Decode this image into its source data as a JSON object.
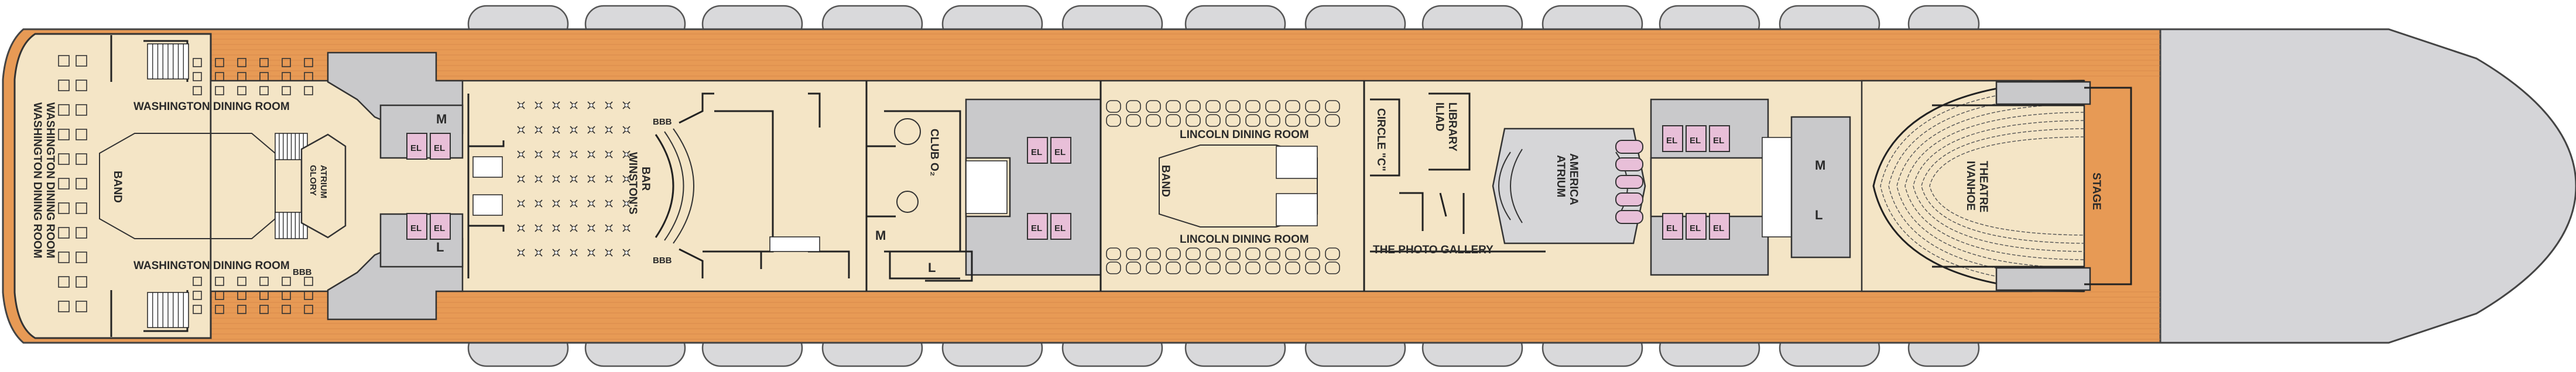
{
  "deck": {
    "colors": {
      "deck_wood": "#e79a55",
      "interior": "#f4e5c6",
      "service": "#c9c9cb",
      "elevator": "#e8bfd8",
      "lifeboat": "#d9d9db",
      "bow": "#d5d5d8"
    },
    "labels": {
      "washington_top": "WASHINGTON DINING ROOM",
      "washington_bottom": "WASHINGTON DINING ROOM",
      "washington_side_1": "WASHINGTON DINING ROOM",
      "washington_side_2": "WASHINGTON DINING ROOM",
      "band_left": "BAND",
      "glory_1": "GLORY",
      "glory_2": "ATRIUM",
      "winstons_1": "WINSTON'S",
      "winstons_2": "BAR",
      "club": "CLUB O₂",
      "lincoln_top": "LINCOLN DINING ROOM",
      "lincoln_bottom": "LINCOLN DINING ROOM",
      "band_mid": "BAND",
      "circle": "CIRCLE \"C\"",
      "iliad_1": "ILIAD",
      "iliad_2": "LIBRARY",
      "atrium_1": "ATRIUM",
      "atrium_2": "AMERICA",
      "photo_gallery": "THE PHOTO GALLERY",
      "ivanhoe_1": "IVANHOE",
      "ivanhoe_2": "THEATRE",
      "stage": "STAGE"
    },
    "elevator_label": "EL",
    "restroom_men": "M",
    "restroom_ladies": "L",
    "bbb": "BBB"
  }
}
